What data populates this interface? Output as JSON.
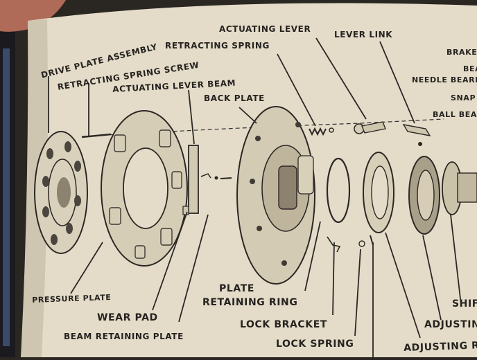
{
  "colors": {
    "paper": "#e4dcc9",
    "ink": "#262320",
    "background": "#2a2622"
  },
  "labels": {
    "drive_plate_assembly": "DRIVE PLATE ASSEMBLY",
    "retracting_spring_screw": "RETRACTING SPRING SCREW",
    "actuating_lever_beam": "ACTUATING LEVER BEAM",
    "back_plate": "BACK PLATE",
    "actuating_lever": "ACTUATING LEVER",
    "retracting_spring": "RETRACTING SPRING",
    "lever_link": "LEVER LINK",
    "brake_p": "BRAKE P",
    "bea": "BEA",
    "needle_bearing": "NEEDLE BEARING",
    "snap": "SNAP",
    "ball_beari": "BALL BEARI",
    "pressure_plate": "PRESSURE PLATE",
    "wear_pad": "WEAR PAD",
    "beam_retaining_plate": "BEAM RETAINING PLATE",
    "plate": "PLATE",
    "retaining_ring": "RETAINING RING",
    "lock_bracket": "LOCK BRACKET",
    "lock_spring": "LOCK SPRING",
    "shift": "SHIFT",
    "adjusting": "ADJUSTING",
    "adjusting_rin": "ADJUSTING RIN"
  }
}
